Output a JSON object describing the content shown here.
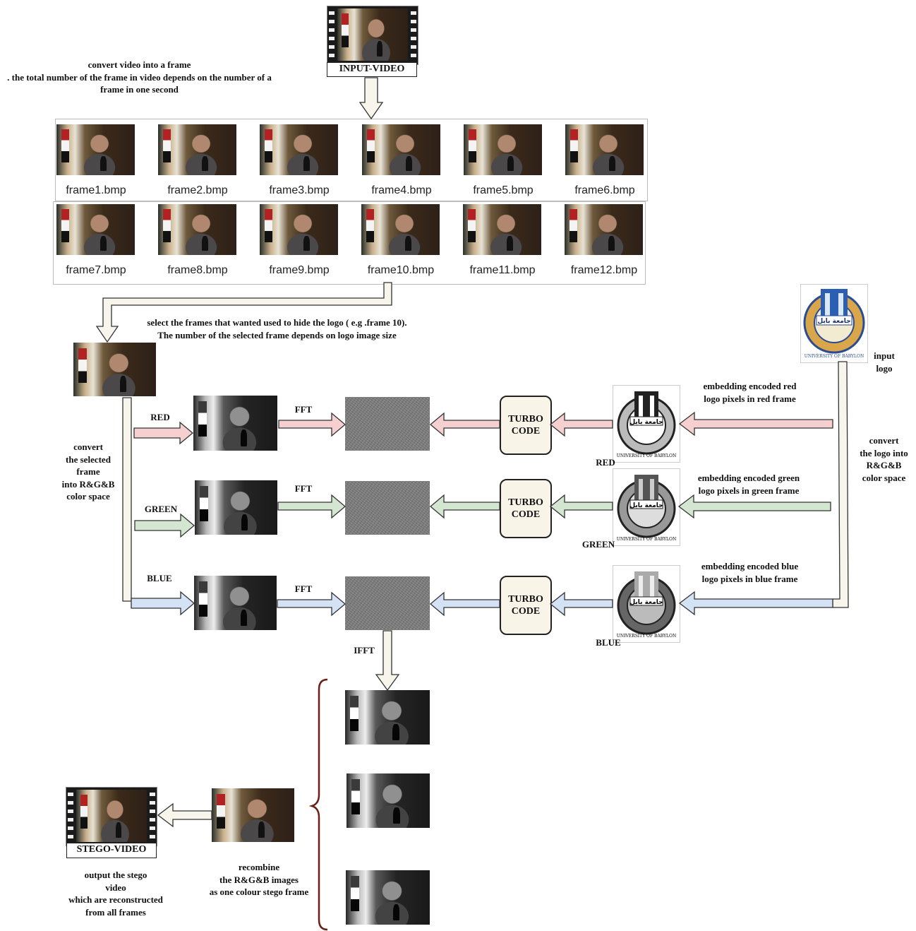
{
  "input_video": {
    "label": "INPUT-VIDEO"
  },
  "note_convert": "convert video into a frame\n. the total number of the frame in video depends on the number of a\nframe in one second",
  "frames": [
    "frame1.bmp",
    "frame2.bmp",
    "frame3.bmp",
    "frame4.bmp",
    "frame5.bmp",
    "frame6.bmp",
    "frame7.bmp",
    "frame8.bmp",
    "frame9.bmp",
    "frame10.bmp",
    "frame11.bmp",
    "frame12.bmp"
  ],
  "note_select": "select the frames that wanted used to hide the logo ( e.g .frame 10).\nThe number of the selected frame depends on logo image size",
  "note_convert_rgb": "convert\nthe selected\nframe\ninto R&G&B\ncolor space",
  "channels": {
    "red": "RED",
    "green": "GREEN",
    "blue": "BLUE"
  },
  "fft": "FFT",
  "turbo": "TURBO\nCODE",
  "logo_text": {
    "arabic": "جامعة بابل",
    "english": "UNIVERSITY OF BABYLON"
  },
  "embed_notes": {
    "red": "embedding encoded  red\nlogo pixels in red frame",
    "green": "embedding encoded  green\nlogo pixels in green frame",
    "blue": "embedding encoded  blue\nlogo pixels in blue frame"
  },
  "input_logo": "input\nlogo",
  "note_logo_rgb": "convert\nthe logo into\nR&G&B\ncolor space",
  "ifft": "IFFT",
  "note_recombine": "recombine\nthe R&G&B images\nas one colour stego frame",
  "stego_video": {
    "label": "STEGO-VIDEO"
  },
  "note_output": "output the stego\nvideo\nwhich are reconstructed\nfrom all frames",
  "colors": {
    "red_arrow": "#f6d0d0",
    "green_arrow": "#d3e6cf",
    "blue_arrow": "#d4e2f6",
    "plain_arrow": "#f7f5ec",
    "brace": "#6b1f16"
  }
}
